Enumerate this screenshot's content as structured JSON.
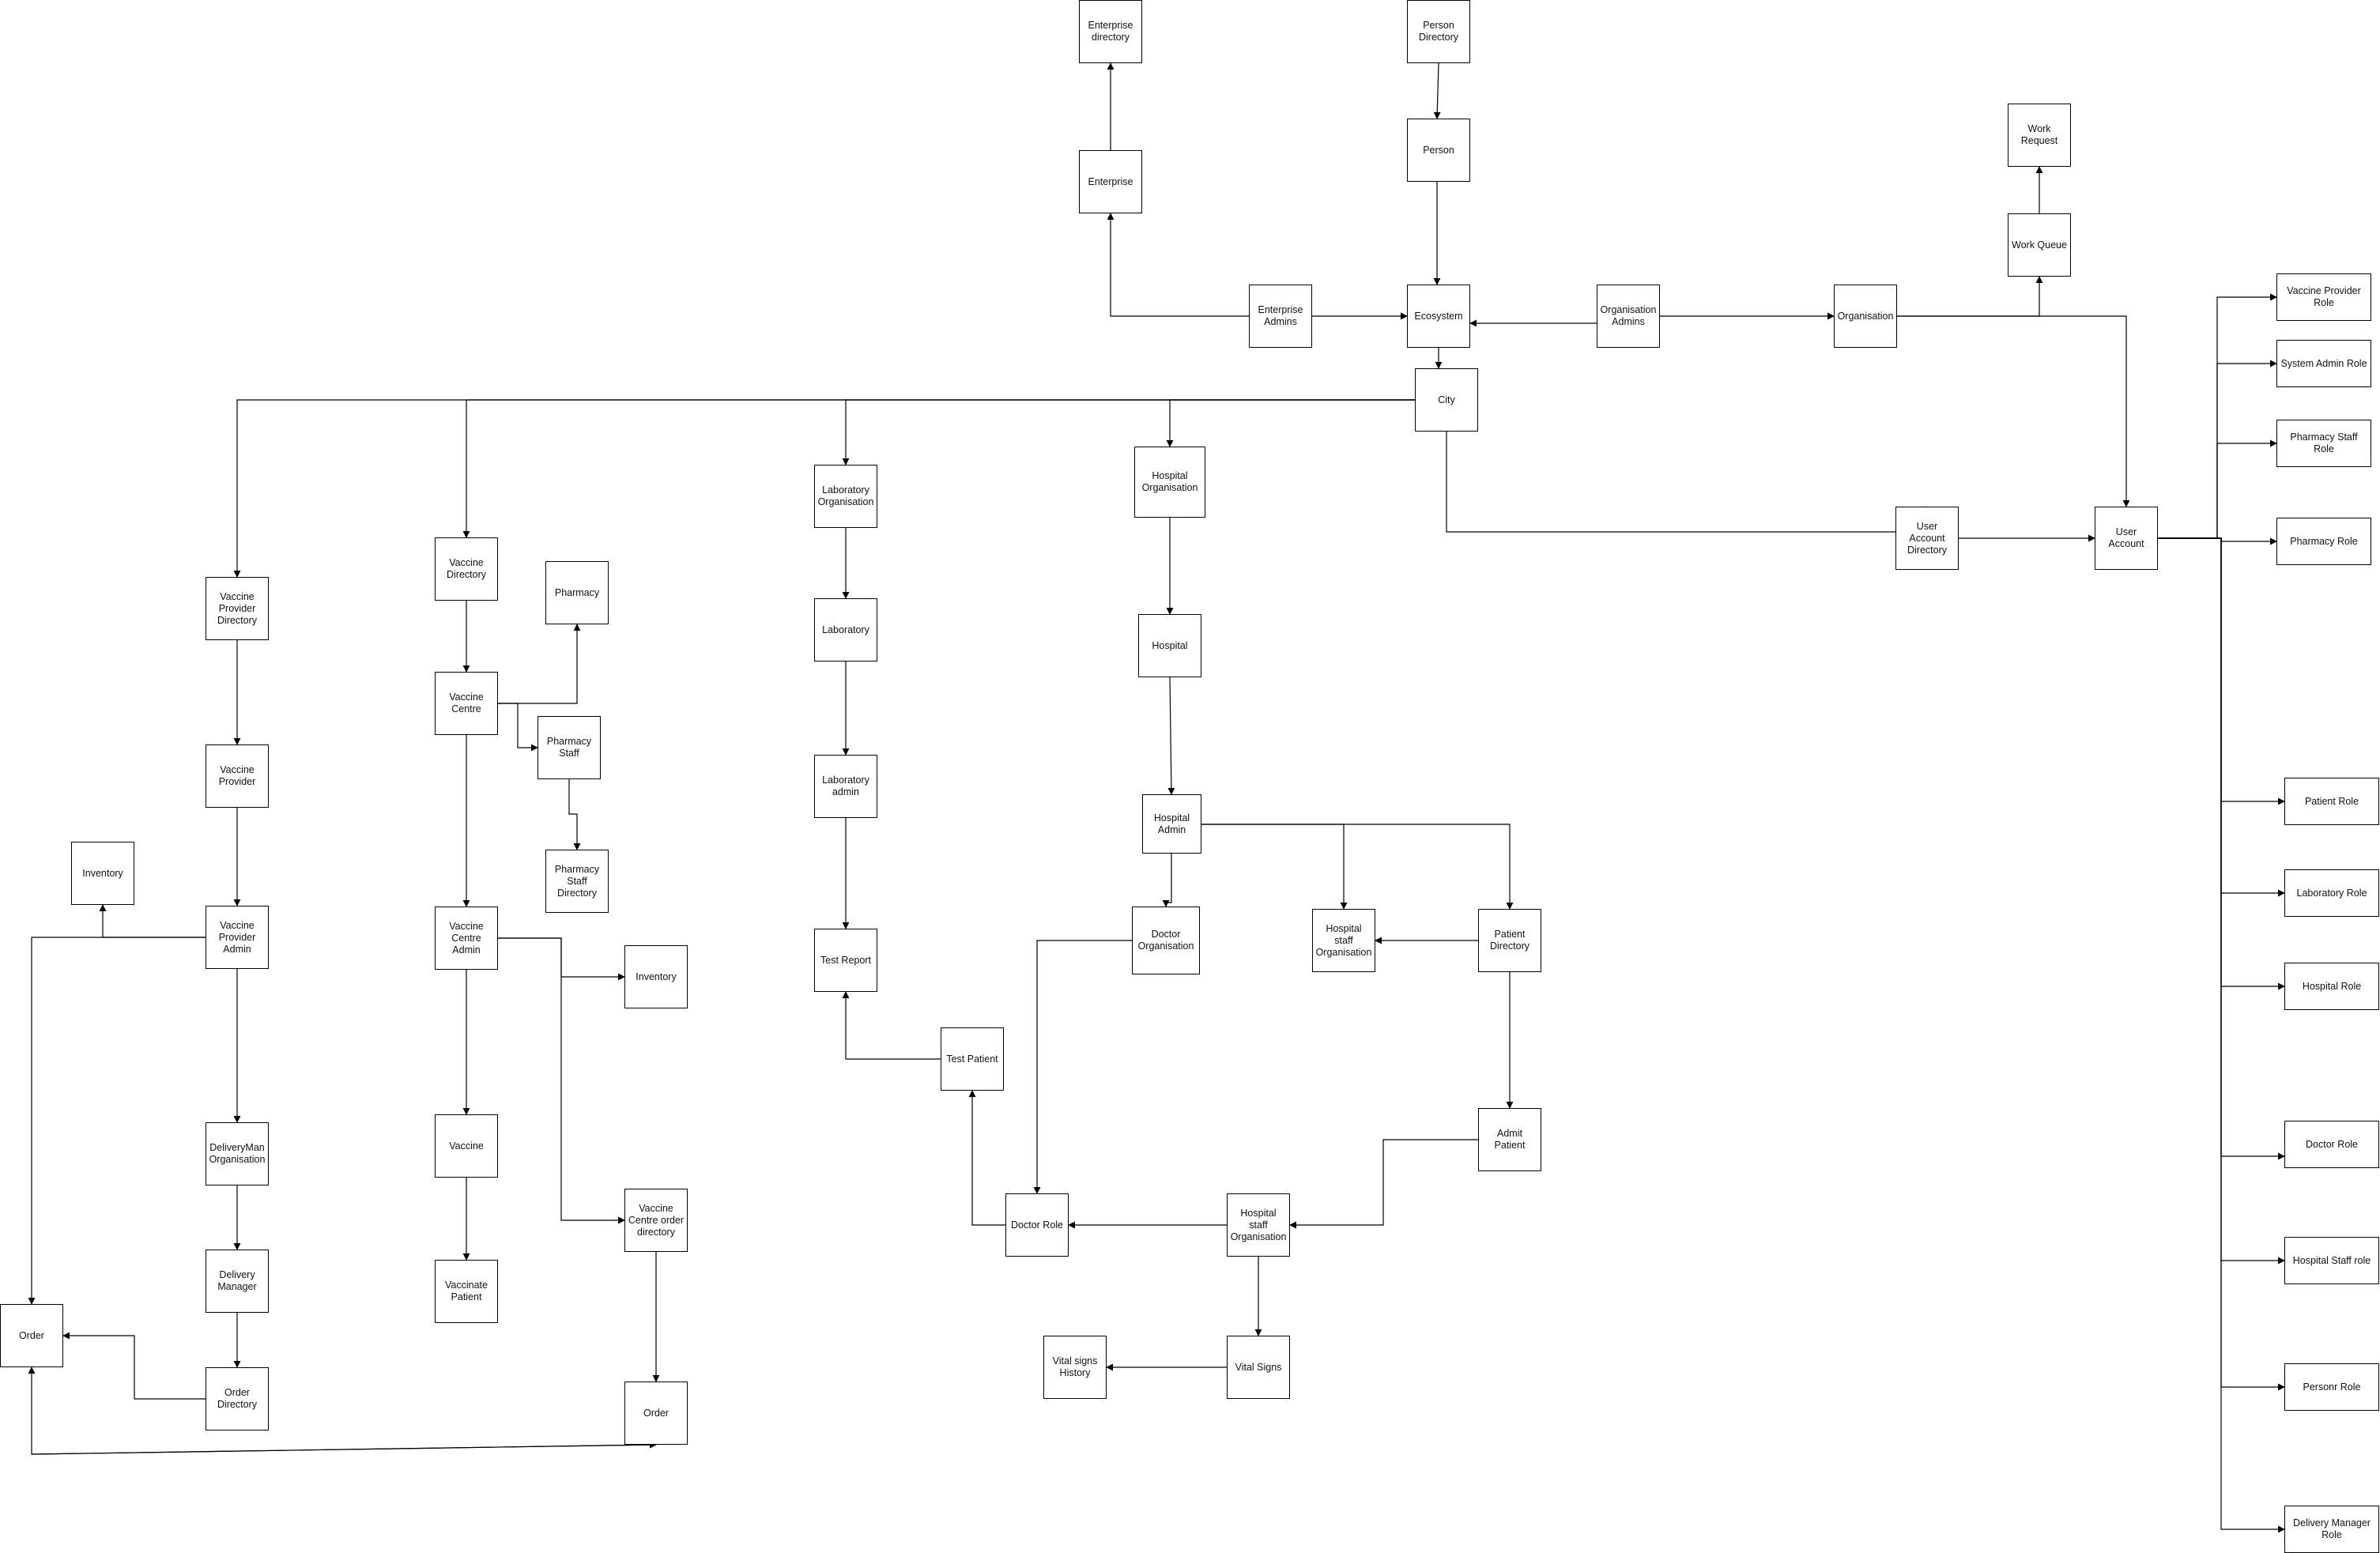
{
  "nodes": [
    {
      "id": "enterprise_directory",
      "label": "Enterprise directory"
    },
    {
      "id": "person_directory",
      "label": "Person Directory"
    },
    {
      "id": "person",
      "label": "Person"
    },
    {
      "id": "work_request",
      "label": "Work Request"
    },
    {
      "id": "work_queue",
      "label": "Work Queue"
    },
    {
      "id": "enterprise",
      "label": "Enterprise"
    },
    {
      "id": "enterprise_admins",
      "label": "Enterprise Admins"
    },
    {
      "id": "ecosystem",
      "label": "Ecosystem"
    },
    {
      "id": "organisation_admins",
      "label": "Organisation Admins"
    },
    {
      "id": "organisation",
      "label": "Organisation"
    },
    {
      "id": "city",
      "label": "City"
    },
    {
      "id": "vaccine_provider_role",
      "label": "Vaccine Provider Role"
    },
    {
      "id": "system_admin_role",
      "label": "System Admin Role"
    },
    {
      "id": "pharmacy_staff_role",
      "label": "Pharmacy Staff Role"
    },
    {
      "id": "pharmacy_role",
      "label": "Pharmacy Role"
    },
    {
      "id": "patient_role",
      "label": "Patient Role"
    },
    {
      "id": "laboratory_role",
      "label": "Laboratory Role"
    },
    {
      "id": "hospital_role",
      "label": "Hospital Role"
    },
    {
      "id": "doctor_role_r",
      "label": "Doctor Role"
    },
    {
      "id": "hospital_staff_role",
      "label": "Hospital Staff role"
    },
    {
      "id": "personr_role",
      "label": "Personr Role"
    },
    {
      "id": "delivery_manager_role",
      "label": "Delivery Manager Role"
    },
    {
      "id": "user_account_directory",
      "label": "User Account Directory"
    },
    {
      "id": "user_account",
      "label": "User Account"
    },
    {
      "id": "laboratory_organisation",
      "label": "Laboratory Organisation"
    },
    {
      "id": "laboratory",
      "label": "Laboratory"
    },
    {
      "id": "laboratory_admin",
      "label": "Laboratory admin"
    },
    {
      "id": "test_report",
      "label": "Test Report"
    },
    {
      "id": "test_patient",
      "label": "Test Patient"
    },
    {
      "id": "hospital_organisation",
      "label": "Hospital Organisation"
    },
    {
      "id": "hospital",
      "label": "Hospital"
    },
    {
      "id": "hospital_admin",
      "label": "Hospital Admin"
    },
    {
      "id": "doctor_organisation",
      "label": "Doctor Organisation"
    },
    {
      "id": "hospital_staff_org_1",
      "label": "Hospital staff Organisation"
    },
    {
      "id": "patient_directory",
      "label": "Patient Directory"
    },
    {
      "id": "admit_patient",
      "label": "Admit Patient"
    },
    {
      "id": "hospital_staff_org_2",
      "label": "Hospital staff Organisation"
    },
    {
      "id": "doctor_role",
      "label": "Doctor Role"
    },
    {
      "id": "vital_signs",
      "label": "Vital Signs"
    },
    {
      "id": "vital_signs_history",
      "label": "Vital signs History"
    },
    {
      "id": "vaccine_provider_directory",
      "label": "Vaccine Provider Directory"
    },
    {
      "id": "vaccine_provider",
      "label": "Vaccine Provider"
    },
    {
      "id": "inventory_left",
      "label": "Inventory"
    },
    {
      "id": "vaccine_provider_admin",
      "label": "Vaccine Provider Admin"
    },
    {
      "id": "deliveryman_organisation",
      "label": "DeliveryMan Organisation"
    },
    {
      "id": "delivery_manager",
      "label": "Delivery Manager"
    },
    {
      "id": "order_left",
      "label": "Order"
    },
    {
      "id": "order_directory",
      "label": "Order Directory"
    },
    {
      "id": "vaccine_directory",
      "label": "Vaccine Directory"
    },
    {
      "id": "pharmacy",
      "label": "Pharmacy"
    },
    {
      "id": "vaccine_centre",
      "label": "Vaccine Centre"
    },
    {
      "id": "pharmacy_staff",
      "label": "Pharmacy Staff"
    },
    {
      "id": "pharmacy_staff_directory",
      "label": "Pharmacy Staff Directory"
    },
    {
      "id": "vaccine_centre_admin",
      "label": "Vaccine Centre Admin"
    },
    {
      "id": "inventory_mid",
      "label": "Inventory"
    },
    {
      "id": "vaccine",
      "label": "Vaccine"
    },
    {
      "id": "vaccine_centre_order_directory",
      "label": "Vaccine Centre order directory"
    },
    {
      "id": "vaccinate_patient",
      "label": "Vaccinate Patient"
    },
    {
      "id": "order_mid",
      "label": "Order"
    }
  ],
  "edges": [
    {
      "from": "enterprise_admins",
      "to": "enterprise"
    },
    {
      "from": "enterprise",
      "to": "enterprise_directory"
    },
    {
      "from": "enterprise_admins",
      "to": "ecosystem"
    },
    {
      "from": "person_directory",
      "to": "person"
    },
    {
      "from": "person",
      "to": "ecosystem"
    },
    {
      "from": "organisation_admins",
      "to": "ecosystem"
    },
    {
      "from": "organisation_admins",
      "to": "organisation"
    },
    {
      "from": "organisation",
      "to": "work_queue"
    },
    {
      "from": "work_queue",
      "to": "work_request"
    },
    {
      "from": "organisation",
      "to": "user_account"
    },
    {
      "from": "ecosystem",
      "to": "city"
    },
    {
      "from": "city",
      "to": "vaccine_provider_directory"
    },
    {
      "from": "city",
      "to": "vaccine_directory"
    },
    {
      "from": "city",
      "to": "laboratory_organisation"
    },
    {
      "from": "city",
      "to": "hospital_organisation"
    },
    {
      "from": "city",
      "to": "user_account_directory"
    },
    {
      "from": "user_account_directory",
      "to": "user_account"
    },
    {
      "from": "user_account",
      "to": "vaccine_provider_role"
    },
    {
      "from": "user_account",
      "to": "system_admin_role"
    },
    {
      "from": "user_account",
      "to": "pharmacy_staff_role"
    },
    {
      "from": "user_account",
      "to": "pharmacy_role"
    },
    {
      "from": "user_account",
      "to": "patient_role"
    },
    {
      "from": "user_account",
      "to": "laboratory_role"
    },
    {
      "from": "user_account",
      "to": "hospital_role"
    },
    {
      "from": "user_account",
      "to": "doctor_role_r"
    },
    {
      "from": "user_account",
      "to": "hospital_staff_role"
    },
    {
      "from": "user_account",
      "to": "personr_role"
    },
    {
      "from": "user_account",
      "to": "delivery_manager_role"
    },
    {
      "from": "laboratory_organisation",
      "to": "laboratory"
    },
    {
      "from": "laboratory",
      "to": "laboratory_admin"
    },
    {
      "from": "laboratory_admin",
      "to": "test_report"
    },
    {
      "from": "test_patient",
      "to": "test_report"
    },
    {
      "from": "hospital_organisation",
      "to": "hospital"
    },
    {
      "from": "hospital",
      "to": "hospital_admin"
    },
    {
      "from": "hospital_admin",
      "to": "doctor_organisation"
    },
    {
      "from": "hospital_admin",
      "to": "hospital_staff_org_1"
    },
    {
      "from": "hospital_admin",
      "to": "patient_directory"
    },
    {
      "from": "patient_directory",
      "to": "hospital_staff_org_1"
    },
    {
      "from": "patient_directory",
      "to": "admit_patient"
    },
    {
      "from": "admit_patient",
      "to": "hospital_staff_org_2"
    },
    {
      "from": "hospital_staff_org_2",
      "to": "doctor_role"
    },
    {
      "from": "doctor_organisation",
      "to": "doctor_role"
    },
    {
      "from": "doctor_role",
      "to": "test_patient"
    },
    {
      "from": "hospital_staff_org_2",
      "to": "vital_signs"
    },
    {
      "from": "vital_signs",
      "to": "vital_signs_history"
    },
    {
      "from": "vaccine_provider_directory",
      "to": "vaccine_provider"
    },
    {
      "from": "vaccine_provider",
      "to": "vaccine_provider_admin"
    },
    {
      "from": "vaccine_provider_admin",
      "to": "inventory_left"
    },
    {
      "from": "vaccine_provider_admin",
      "to": "order_left"
    },
    {
      "from": "vaccine_provider_admin",
      "to": "deliveryman_organisation"
    },
    {
      "from": "deliveryman_organisation",
      "to": "delivery_manager"
    },
    {
      "from": "delivery_manager",
      "to": "order_directory"
    },
    {
      "from": "order_directory",
      "to": "order_left"
    },
    {
      "from": "order_left",
      "to": "order_mid"
    },
    {
      "from": "order_mid",
      "to": "order_left"
    },
    {
      "from": "vaccine_directory",
      "to": "vaccine_centre"
    },
    {
      "from": "vaccine_centre",
      "to": "pharmacy"
    },
    {
      "from": "vaccine_centre",
      "to": "pharmacy_staff"
    },
    {
      "from": "pharmacy_staff",
      "to": "pharmacy_staff_directory"
    },
    {
      "from": "vaccine_centre",
      "to": "vaccine_centre_admin"
    },
    {
      "from": "vaccine_centre_admin",
      "to": "inventory_mid"
    },
    {
      "from": "vaccine_centre_admin",
      "to": "vaccine_centre_order_directory"
    },
    {
      "from": "vaccine_centre_admin",
      "to": "vaccine"
    },
    {
      "from": "vaccine",
      "to": "vaccinate_patient"
    },
    {
      "from": "vaccine_centre_order_directory",
      "to": "order_mid"
    }
  ]
}
